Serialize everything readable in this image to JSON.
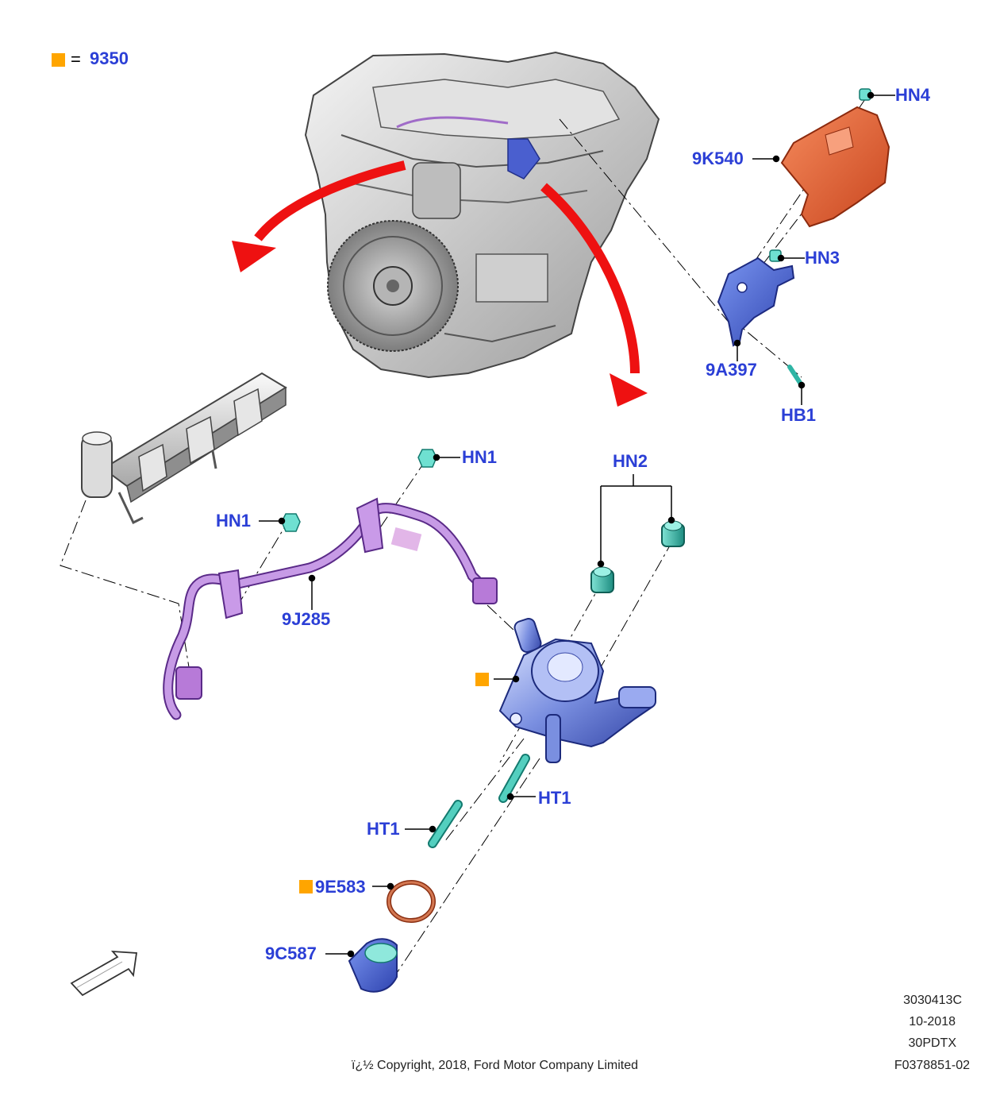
{
  "legend": {
    "symbol_color": "#ffa500",
    "equals": "=",
    "value": "9350"
  },
  "callouts": {
    "hn4": "HN4",
    "k540": "9K540",
    "hn3": "HN3",
    "a397": "9A397",
    "hb1": "HB1",
    "hn1_top": "HN1",
    "hn1_left": "HN1",
    "hn2": "HN2",
    "j285": "9J285",
    "ht1_right": "HT1",
    "ht1_left": "HT1",
    "e583": "9E583",
    "c587": "9C587"
  },
  "colors": {
    "label_blue": "#2b3fd6",
    "marker_orange": "#ffa500",
    "arrow_red": "#ee1111",
    "shield": "#e8603a",
    "bracket": "#4466dd",
    "fuel_line": "#b77ad8",
    "fasteners": "#2fb5a5",
    "pump": "#5a78d8"
  },
  "drawing_info": {
    "code": "3030413C",
    "date": "10-2018",
    "model": "30PDTX",
    "figure_id": "F0378851-02",
    "copyright": "ï¿½ Copyright, 2018, Ford Motor Company Limited"
  }
}
